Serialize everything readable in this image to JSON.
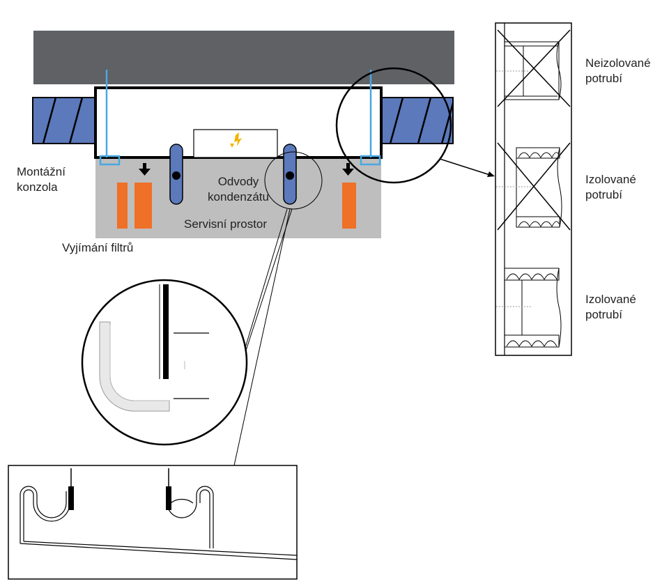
{
  "labels": {
    "mounting_bracket": [
      "Montážní",
      "konzola"
    ],
    "condensate_drains": [
      "Odvody",
      "kondenzátu"
    ],
    "service_space": "Servisní prostor",
    "filter_removal": "Vyjímání filtrů",
    "duct_options": [
      [
        "Neizolované",
        "potrubí"
      ],
      [
        "Izolované",
        "potrubí"
      ],
      [
        "Izolované",
        "potrubí"
      ]
    ]
  },
  "colors": {
    "ceiling": "#5f6165",
    "duct_blue": "#5b79bb",
    "service_area": "#bebebe",
    "filter_orange": "#ef7027",
    "bracket_cyan": "#4aa8e0",
    "fan_arrow": "#f2b400",
    "line": "#000000"
  }
}
